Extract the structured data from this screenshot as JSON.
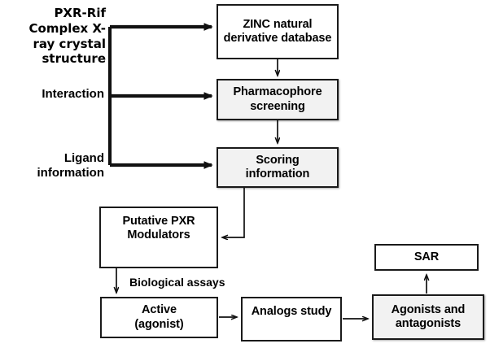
{
  "diagram": {
    "title": "PXR-Rif Complex X-ray crystal structure",
    "inputs": [
      {
        "id": "xray",
        "label": "PXR-Rif Complex X-\nray crystal\nstructure"
      },
      {
        "id": "interaction",
        "label": "Interaction"
      },
      {
        "id": "ligand",
        "label": "Ligand\ninformation"
      }
    ],
    "nodes": [
      {
        "id": "zinc",
        "label": "ZINC natural\nderivative database",
        "shaded": false
      },
      {
        "id": "pharmacophore",
        "label": "Pharmacophore\nscreening",
        "shaded": true
      },
      {
        "id": "scoring",
        "label": "Scoring\ninformation",
        "shaded": true
      },
      {
        "id": "modulators",
        "label": "Putative PXR\nModulators",
        "shaded": false
      },
      {
        "id": "active",
        "label": "Active\n(agonist)",
        "shaded": false
      },
      {
        "id": "analogs",
        "label": "Analogs study",
        "shaded": false
      },
      {
        "id": "agonists",
        "label": "Agonists and\nantagonists",
        "shaded": true
      },
      {
        "id": "sar",
        "label": "SAR",
        "shaded": false
      }
    ],
    "edge_labels": [
      {
        "id": "biological-assays",
        "label": "Biological assays"
      }
    ],
    "colors": {
      "stroke": "#111111",
      "box_fill": "#ffffff",
      "box_fill_shaded": "#f2f2f2",
      "text": "#000000",
      "background": "#ffffff"
    }
  }
}
